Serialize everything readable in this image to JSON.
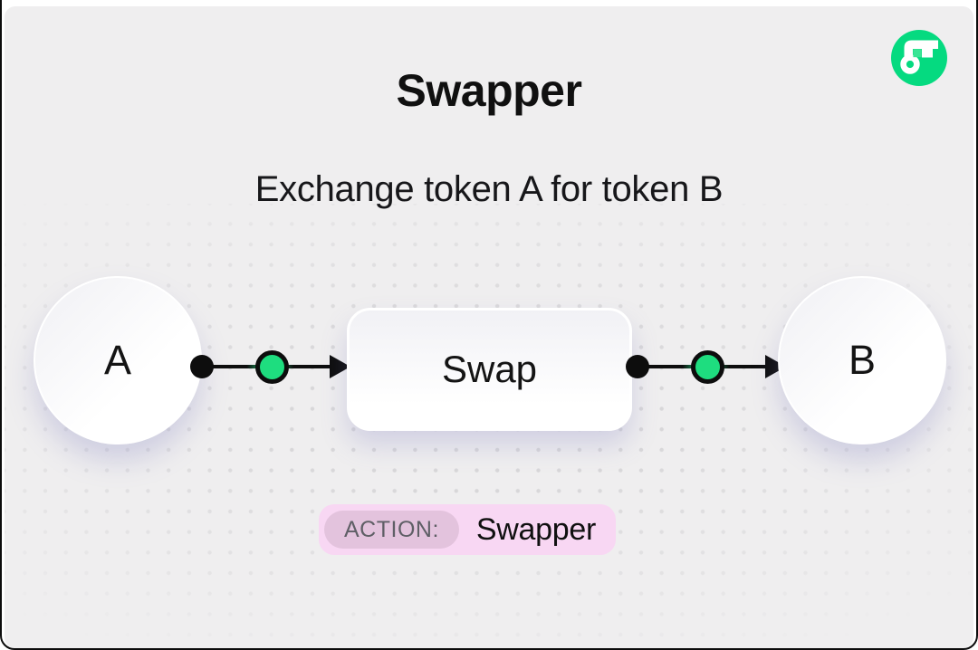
{
  "header": {
    "title": "Swapper",
    "subtitle": "Exchange token A for token B"
  },
  "diagram": {
    "input_node": {
      "label": "A"
    },
    "process_node": {
      "label": "Swap"
    },
    "output_node": {
      "label": "B"
    },
    "connectors": [
      {
        "from": "A",
        "to": "Swap",
        "style": "dot-greenNode-arrow"
      },
      {
        "from": "Swap",
        "to": "B",
        "style": "dot-greenNode-arrow"
      }
    ]
  },
  "badge": {
    "label": "ACTION:",
    "value": "Swapper"
  },
  "branding": {
    "logo": "flow-logo",
    "logo_color": "#05da80",
    "logo_notch_color": "#3ae595"
  },
  "colors": {
    "canvas_background": "#efeeef",
    "frame_border": "#0c0c0c",
    "node_green": "#1edd7f",
    "badge_background": "#f8d7f3",
    "badge_label_background": "#e3c3dd",
    "badge_label_text": "#5f5f66",
    "text_primary": "#101010",
    "dot_pattern": "rgba(20,20,30,0.10)"
  }
}
